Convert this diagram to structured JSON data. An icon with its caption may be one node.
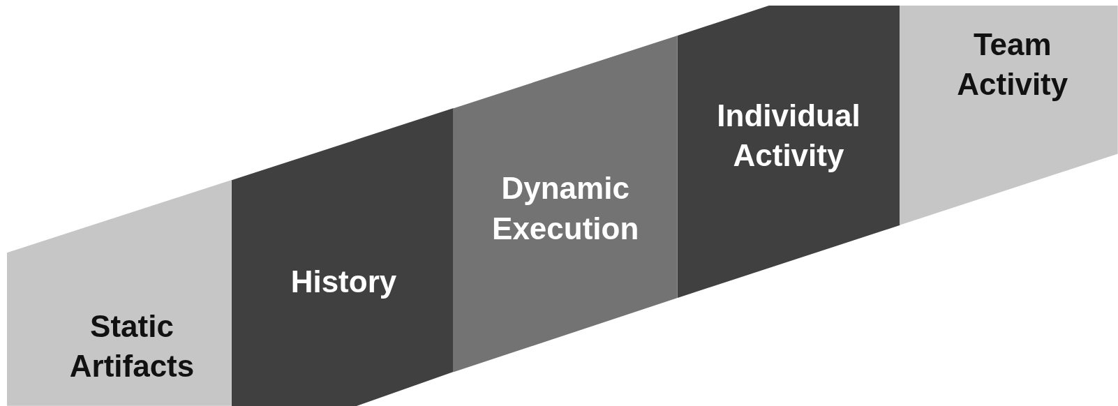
{
  "diagram": {
    "nodes": [
      {
        "text": [
          "Static Artifacts"
        ]
      },
      {
        "text": [
          "History"
        ]
      },
      {
        "text": [
          "Dynamic Execution"
        ]
      },
      {
        "text": [
          "Individual Activity"
        ]
      },
      {
        "text": [
          "Team Activity"
        ]
      }
    ]
  }
}
